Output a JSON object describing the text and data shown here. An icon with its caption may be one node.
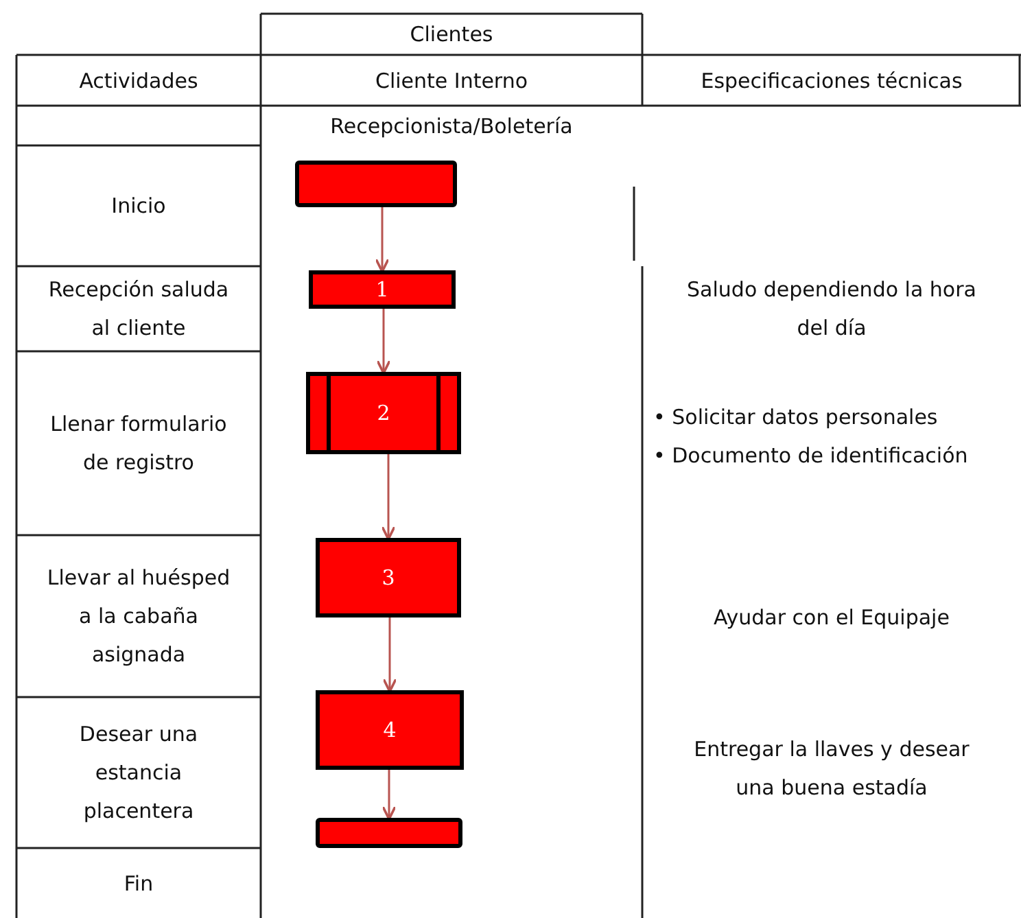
{
  "diagram": {
    "nodes": [
      {
        "text": [],
        "shape": "box"
      },
      {
        "text": [
          "1"
        ]
      },
      {
        "text": [
          "2"
        ]
      },
      {
        "text": [
          "3"
        ]
      },
      {
        "text": [
          "4"
        ]
      },
      {
        "text": [],
        "shape": "box"
      }
    ],
    "edges": [
      {
        "from": 0,
        "to": 1,
        "arrow": "to"
      },
      {
        "from": 1,
        "to": 2,
        "arrow": "to"
      },
      {
        "from": 2,
        "to": 3,
        "arrow": "to"
      },
      {
        "from": 3,
        "to": 4,
        "arrow": "to"
      },
      {
        "from": 4,
        "to": 5,
        "arrow": "to"
      }
    ],
    "labels": [
      "Clientes",
      "Actividades",
      "Cliente Interno",
      "Especificaciones técnicas",
      "Recepcionista/Boletería",
      "Inicio",
      "Recepción saluda al cliente",
      "Saludo dependiendo la hora del día",
      "Llenar formulario de registro",
      "• Solicitar datos personales",
      "• Documento de identificación",
      "Llevar al huésped a la cabaña asignada",
      "Ayudar con el Equipaje",
      "Desear una estancia placentera",
      "Entregar la llaves y desear una buena estadía",
      "Fin"
    ]
  }
}
